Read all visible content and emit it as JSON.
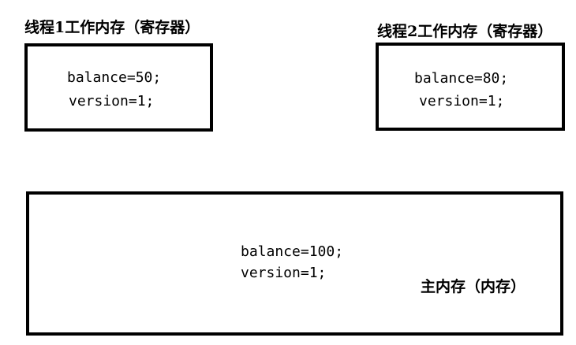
{
  "thread1": {
    "title": "线程1工作内存（寄存器）",
    "balance_line": "balance=50;",
    "version_line": "version=1;"
  },
  "thread2": {
    "title": "线程2工作内存（寄存器）",
    "balance_line": "balance=80;",
    "version_line": "version=1;"
  },
  "main_memory": {
    "balance_line": "balance=100;",
    "version_line": "version=1;",
    "label": "主内存（内存）"
  }
}
